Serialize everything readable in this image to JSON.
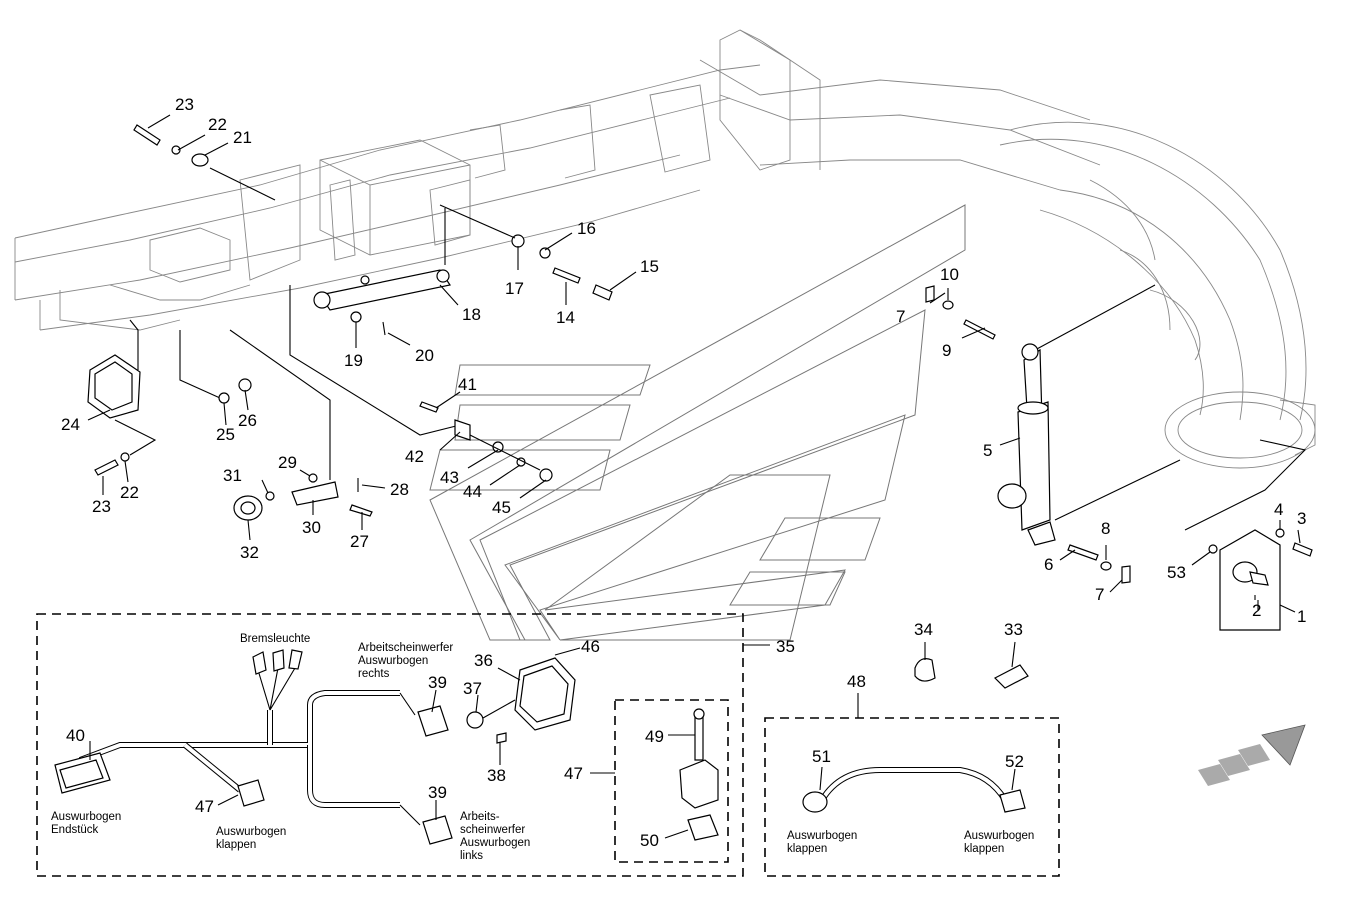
{
  "diagram": {
    "part_numbers": [
      "1",
      "2",
      "3",
      "4",
      "5",
      "6",
      "7",
      "7",
      "8",
      "9",
      "10",
      "14",
      "15",
      "16",
      "17",
      "18",
      "19",
      "20",
      "21",
      "22",
      "22",
      "23",
      "23",
      "24",
      "25",
      "26",
      "27",
      "28",
      "29",
      "30",
      "31",
      "32",
      "33",
      "34",
      "35",
      "36",
      "37",
      "38",
      "39",
      "39",
      "40",
      "41",
      "42",
      "43",
      "44",
      "45",
      "46",
      "47",
      "47",
      "48",
      "49",
      "50",
      "51",
      "52",
      "53"
    ],
    "captions": {
      "bremsleuchte": "Bremsleuchte",
      "aws_rechts": [
        "Arbeitscheinwerfer",
        "Auswurbogen",
        "rechts"
      ],
      "aws_links": [
        "Arbeits-",
        "scheinwerfer",
        "Auswurbogen",
        "links"
      ],
      "endstueck": [
        "Auswurbogen",
        "Endstück"
      ],
      "klappen_left": [
        "Auswurbogen",
        "klappen"
      ],
      "klappen_51": [
        "Auswurbogen",
        "klappen"
      ],
      "klappen_52": [
        "Auswurbogen",
        "klappen"
      ]
    }
  }
}
